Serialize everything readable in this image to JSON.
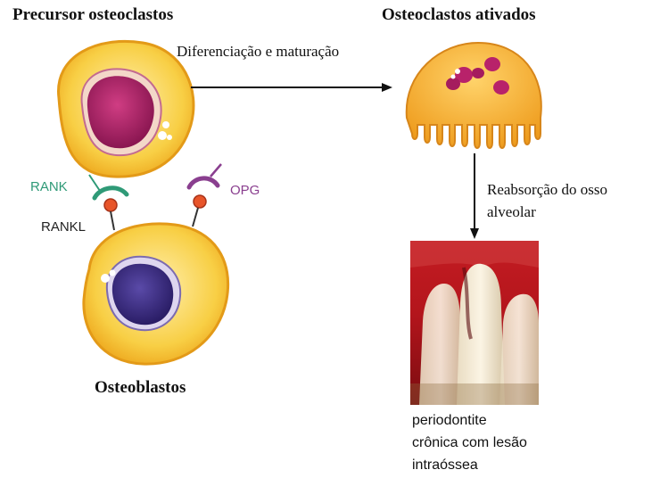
{
  "labels": {
    "precursor": "Precursor osteoclastos",
    "activated": "Osteoclastos ativados",
    "differentiation": "Diferenciação e maturação",
    "rank": "RANK",
    "rankl": "RANKL",
    "opg": "OPG",
    "resorption_line1": "Reabsorção do osso",
    "resorption_line2": "alveolar",
    "osteoblasts": "Osteoblastos",
    "caption_line1": "periodontite",
    "caption_line2": "crônica com lesão",
    "caption_line3": "intraóssea"
  },
  "colors": {
    "cell_fill": "#f8c433",
    "cell_inner": "#fde08a",
    "precursor_nucleus": "#b8226a",
    "osteoblast_nucleus": "#3f2f86",
    "rank_receptor": "#2f9a77",
    "opg_receptor": "#8a3f8f",
    "ligand_ball": "#e8552a",
    "osteoclast_fill": "#f5a623"
  }
}
